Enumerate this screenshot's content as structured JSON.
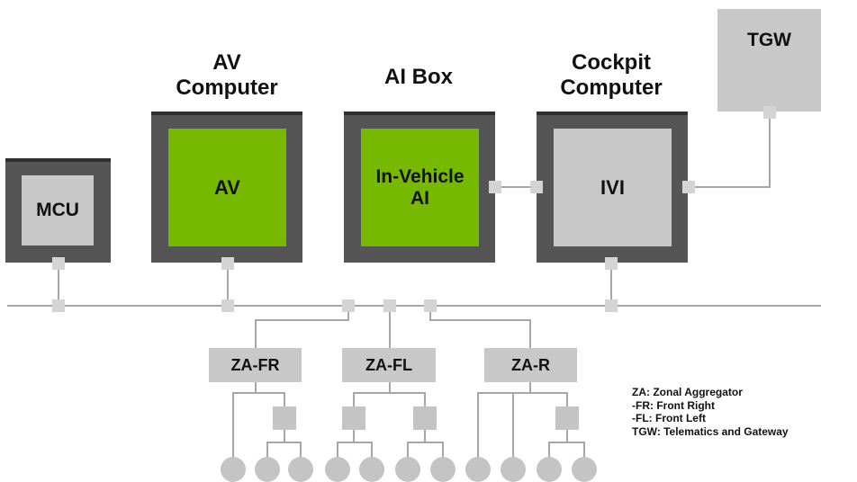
{
  "titles": {
    "av_computer": "AV\nComputer",
    "ai_box": "AI Box",
    "cockpit_computer": "Cockpit\nComputer"
  },
  "units": {
    "mcu": "MCU",
    "av": "AV",
    "in_vehicle_ai": "In-Vehicle\nAI",
    "ivi": "IVI",
    "tgw": "TGW"
  },
  "zonal_aggregators": {
    "fr": "ZA-FR",
    "fl": "ZA-FL",
    "r": "ZA-R"
  },
  "legend": [
    "ZA: Zonal Aggregator",
    "-FR: Front Right",
    "-FL: Front Left",
    "TGW: Telematics and Gateway"
  ],
  "colors": {
    "accent_green": "#76b900",
    "unit_gray": "#c8c8c8",
    "chassis_dark": "#555555",
    "bus_line": "#a6a6a6"
  }
}
